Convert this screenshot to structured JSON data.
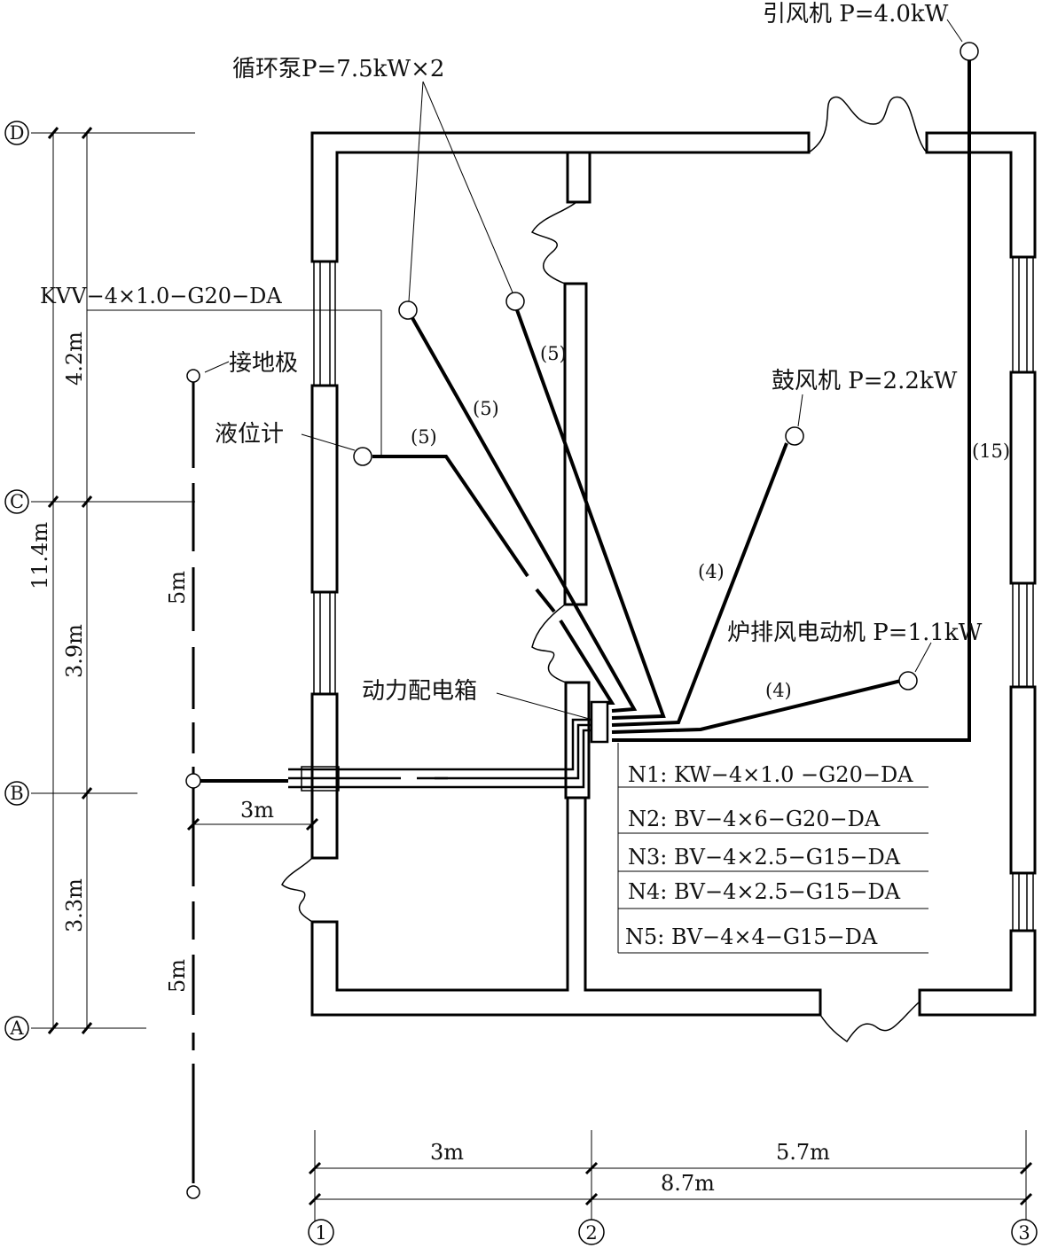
{
  "equipment": {
    "induced_fan": "引风机 P=4.0kW",
    "circulating_pump": "循环泵P=7.5kW×2",
    "blower": "鼓风机 P=2.2kW",
    "grate_motor": "炉排风电动机 P=1.1kW",
    "level_gauge": "液位计",
    "ground_electrode": "接地极",
    "distribution_box": "动力配电箱"
  },
  "cables": {
    "kvv": "KVV−4×1.0−G20−DA",
    "n1": "N1: KW−4×1.0 −G20−DA",
    "n2": "N2: BV−4×6−G20−DA",
    "n3": "N3: BV−4×2.5−G15−DA",
    "n4": "N4: BV−4×2.5−G15−DA",
    "n5": "N5: BV−4×4−G15−DA"
  },
  "circuit_marks": {
    "pump_left": "(5)",
    "pump_right": "(5)",
    "level": "(5)",
    "blower": "(4)",
    "grate": "(4)",
    "induced": "(15)"
  },
  "axes": {
    "rows": [
      "D",
      "C",
      "B",
      "A"
    ],
    "cols": [
      "1",
      "2",
      "3"
    ]
  },
  "dimensions": {
    "v_4_2": "4.2m",
    "v_11_4": "11.4m",
    "v_3_9": "3.9m",
    "v_3_3": "3.3m",
    "ground_5m_top": "5m",
    "ground_5m_bottom": "5m",
    "ground_3m": "3m",
    "h_3m": "3m",
    "h_5_7m": "5.7m",
    "h_8_7m": "8.7m"
  }
}
